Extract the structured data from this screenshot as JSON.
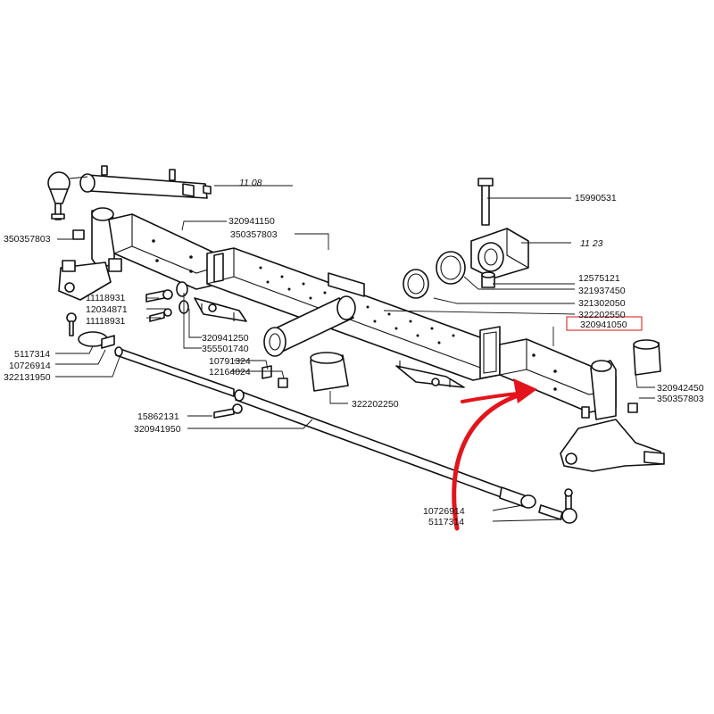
{
  "labels": {
    "ref_1108": "11 08",
    "ref_1123": "11 23",
    "p15990531": "15990531",
    "p320941150": "320941150",
    "p350357803_top": "350357803",
    "p350357803_left": "350357803",
    "p12575121": "12575121",
    "p321937450": "321937450",
    "p321302050": "321302050",
    "p322202550": "322202550",
    "p320941050": "320941050",
    "p11118931_a": "11118931",
    "p12034871": "12034871",
    "p11118931_b": "11118931",
    "p320941250": "320941250",
    "p355501740": "355501740",
    "p10791324": "10791324",
    "p12164024": "12164024",
    "p5117314_left": "5117314",
    "p10726914_left": "10726914",
    "p322131950": "322131950",
    "p322202250": "322202250",
    "p320942450": "320942450",
    "p350357803_right": "350357803",
    "p15862131": "15862131",
    "p320941950": "320941950",
    "p10726914_right": "10726914",
    "p5117314_right": "5117314"
  },
  "highlight_color": "#e03a3a",
  "arrow_color": "#e3141b"
}
